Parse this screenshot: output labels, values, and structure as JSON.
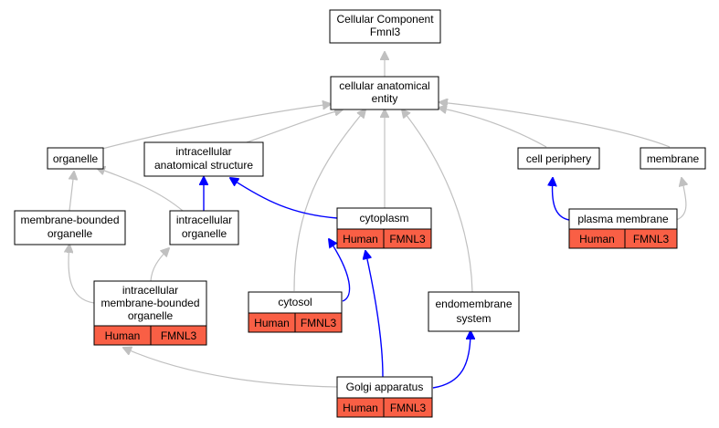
{
  "colors": {
    "annotated_fill": "#f95f45",
    "gray_edge": "#c0c0c0",
    "blue_edge": "#0000ff"
  },
  "nodes": {
    "root": {
      "line1": "Cellular Component",
      "line2": "Fmnl3"
    },
    "cae": {
      "line1": "cellular anatomical",
      "line2": "entity"
    },
    "organelle": {
      "line1": "organelle"
    },
    "ias": {
      "line1": "intracellular",
      "line2": "anatomical structure"
    },
    "cellper": {
      "line1": "cell periphery"
    },
    "membrane": {
      "line1": "membrane"
    },
    "mbo": {
      "line1": "membrane-bounded",
      "line2": "organelle"
    },
    "io": {
      "line1": "intracellular",
      "line2": "organelle"
    },
    "cytoplasm": {
      "line1": "cytoplasm",
      "species": "Human",
      "gene": "FMNL3"
    },
    "pm": {
      "line1": "plasma membrane",
      "species": "Human",
      "gene": "FMNL3"
    },
    "imbo": {
      "line1": "intracellular",
      "line2": "membrane-bounded",
      "line3": "organelle",
      "species": "Human",
      "gene": "FMNL3"
    },
    "cytosol": {
      "line1": "cytosol",
      "species": "Human",
      "gene": "FMNL3"
    },
    "endo": {
      "line1": "endomembrane",
      "line2": "system"
    },
    "golgi": {
      "line1": "Golgi apparatus",
      "species": "Human",
      "gene": "FMNL3"
    }
  }
}
